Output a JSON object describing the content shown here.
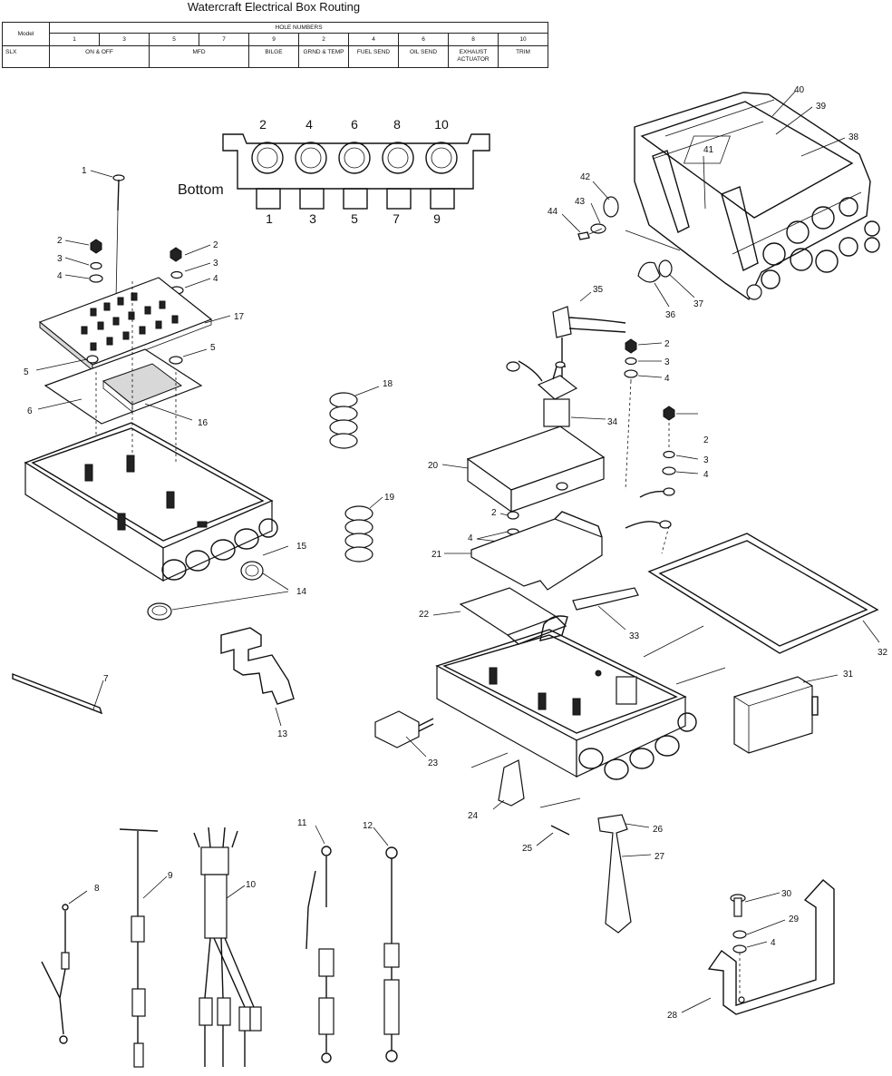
{
  "title": "Watercraft Electrical Box Routing",
  "table": {
    "model_header": "Model",
    "hole_numbers_header": "HOLE NUMBERS",
    "hole_columns": [
      "1",
      "3",
      "5",
      "7",
      "9",
      "2",
      "4",
      "6",
      "8",
      "10"
    ],
    "row_model": "SLX",
    "row_values": [
      "ON & OFF",
      "MFD",
      "BILGE",
      "GRND & TEMP",
      "FUEL SEND",
      "OIL SEND",
      "EXHAUST ACTUATOR",
      "TRIM"
    ]
  },
  "bottom_view": {
    "label": "Bottom",
    "top_numbers": [
      "2",
      "4",
      "6",
      "8",
      "10"
    ],
    "bottom_numbers": [
      "1",
      "3",
      "5",
      "7",
      "9"
    ]
  },
  "callouts": {
    "c1": "1",
    "c2a": "2",
    "c3a": "3",
    "c4a": "4",
    "c2b": "2",
    "c3b": "3",
    "c4b": "4",
    "c17": "17",
    "c5a": "5",
    "c5b": "5",
    "c6": "6",
    "c16": "16",
    "c15": "15",
    "c14": "14",
    "c7": "7",
    "c13": "13",
    "c18": "18",
    "c19": "19",
    "c8": "8",
    "c9": "9",
    "c10": "10",
    "c11": "11",
    "c12": "12",
    "c40": "40",
    "c39": "39",
    "c38": "38",
    "c41": "41",
    "c42": "42",
    "c43": "43",
    "c44": "44",
    "c37": "37",
    "c36": "36",
    "c35": "35",
    "c2c": "2",
    "c3c": "3",
    "c4c": "4",
    "c2d": "2",
    "c3d": "3",
    "c4d": "4",
    "c34": "34",
    "c20": "20",
    "c2e": "2",
    "c4e": "4",
    "c21": "21",
    "c22": "22",
    "c33": "33",
    "c32": "32",
    "c31": "31",
    "c23": "23",
    "c24": "24",
    "c25": "25",
    "c26": "26",
    "c27": "27",
    "c30": "30",
    "c29": "29",
    "c4f": "4",
    "c28": "28"
  }
}
